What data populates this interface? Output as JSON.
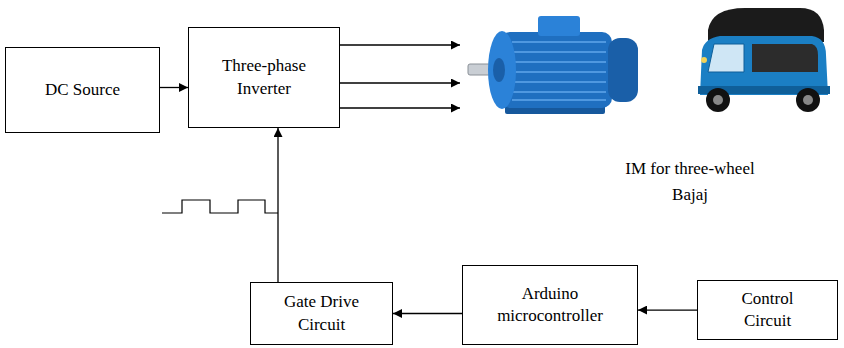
{
  "diagram": {
    "nodes": [
      {
        "text": [
          "DC Source"
        ]
      },
      {
        "text": [
          "Three-phase Inverter"
        ]
      },
      {
        "text": [
          "Gate Drive Circuit"
        ]
      },
      {
        "text": [
          "Arduino microcontroller"
        ]
      },
      {
        "text": [
          "Control Circuit"
        ]
      }
    ],
    "edges": [
      {
        "from": 0,
        "to": 1,
        "arrow": "to"
      },
      {
        "from": 2,
        "to": 1,
        "arrow": "to"
      },
      {
        "from": 3,
        "to": 2,
        "arrow": "to"
      },
      {
        "from": 4,
        "to": 3,
        "arrow": "to"
      }
    ],
    "labels": [
      "IM for three-wheel Bajaj"
    ]
  }
}
